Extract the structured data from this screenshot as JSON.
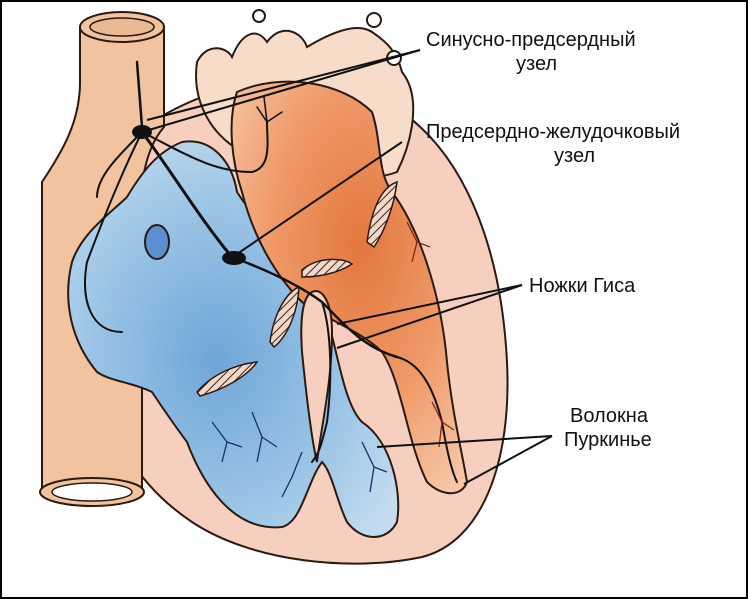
{
  "labels": {
    "sa_node": {
      "line1": "Синусно-предсердный",
      "line2": "узел"
    },
    "av_node": {
      "line1": "Предсердно-желудочковый",
      "line2": "узел"
    },
    "his_bundle": "Ножки Гиса",
    "purkinje": {
      "line1": "Волокна",
      "line2": "Пуркинье"
    }
  },
  "colors": {
    "outline": "#2a1a12",
    "pericardium": "#f7cfbe",
    "vessel": "#f1c39f",
    "right_heart": "#a9cde8",
    "right_heart_dark": "#6fa6d8",
    "left_heart": "#f2a070",
    "left_heart_dark": "#e3773e",
    "conduction": "#111111",
    "text": "#111111"
  }
}
